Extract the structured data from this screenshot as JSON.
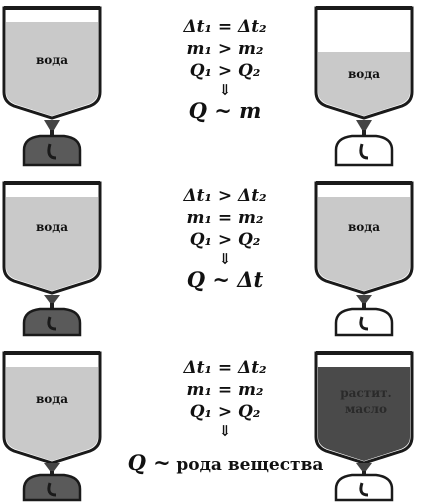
{
  "rows": [
    {
      "left_vessel_label": "вода",
      "right_vessel_label": "вода",
      "left_fill_fraction": 0.85,
      "right_fill_fraction": 0.5,
      "lines": [
        "Δt₁ = Δt₂",
        "m₁ > m₂",
        "Q₁ > Q₂"
      ],
      "arrow": "⇓",
      "result": "Q ~ m"
    },
    {
      "left_vessel_label": "вода",
      "right_vessel_label": "вода",
      "left_fill_fraction": 0.85,
      "right_fill_fraction": 0.85,
      "lines": [
        "Δt₁ > Δt₂",
        "m₁ = m₂",
        "Q₁ > Q₂"
      ],
      "arrow": "⇓",
      "result": "Q ~ Δt"
    },
    {
      "left_vessel_label": "вода",
      "right_vessel_label_1": "растит.",
      "right_vessel_label_2": "масло",
      "left_fill_fraction": 0.85,
      "right_fill_fraction": 0.85,
      "lines": [
        "Δt₁ = Δt₂",
        "m₁ = m₂",
        "Q₁ > Q₂"
      ],
      "arrow": "⇓",
      "result_q": "Q ~",
      "result_text": "рода вещества"
    }
  ],
  "colors": {
    "water": "#c9c9c9",
    "oil": "#4a4a4a",
    "burner": "#5a5a5a",
    "stroke": "#1a1a1a"
  }
}
